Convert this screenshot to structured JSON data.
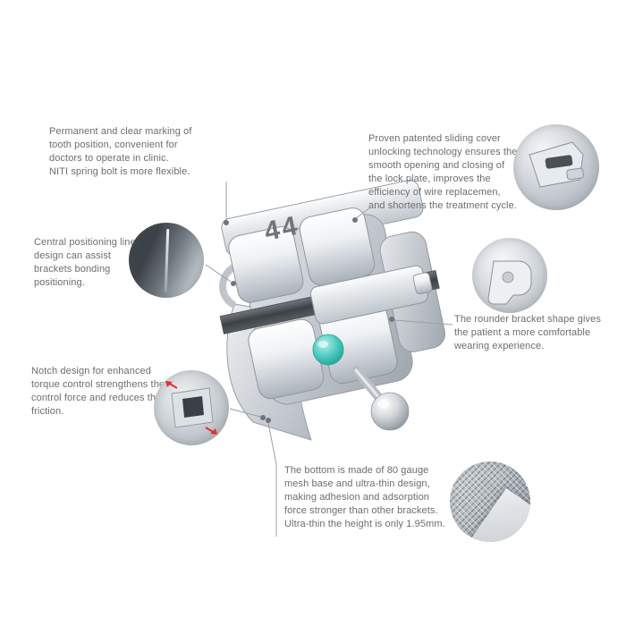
{
  "bracket": {
    "marking": "44"
  },
  "callouts": {
    "marking": {
      "text": "Permanent and clear marking of\ntooth position, convenient for\ndoctors to operate in clinic.\nNITI spring bolt is more flexible."
    },
    "sliding_cover": {
      "text": "Proven patented sliding cover\nunlocking technology ensures the\nsmooth opening and closing of\nthe lock plate, improves the\nefficiency of wire replacemen,\nand shortens the treatment cycle."
    },
    "positioning_line": {
      "text": "Central positioning line\ndesign can assist\nbrackets bonding\npositioning."
    },
    "rounder_shape": {
      "text": "The rounder bracket shape gives\nthe patient a more comfortable\nwearing experience."
    },
    "notch": {
      "text": "Notch design for enhanced\ntorque control strengthens the\ncontrol force and reduces the\nfriction."
    },
    "mesh_base": {
      "text": "The bottom is made of 80 gauge\nmesh base and ultra-thin design,\nmaking adhesion and adsorption\nforce stronger than other brackets.\nUltra-thin the height is only 1.95mm."
    }
  },
  "colors": {
    "text": "#6d6d6d",
    "leader_line": "#9aa0a6",
    "metal_light": "#eef1f3",
    "metal_dark": "#9ea6ad",
    "accent_teal": "#3fc4ba",
    "notch_arrow_red": "#e03131"
  }
}
